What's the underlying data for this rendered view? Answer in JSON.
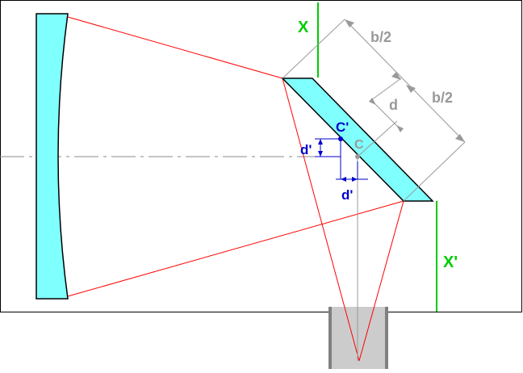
{
  "labels": {
    "x_top": "X",
    "x_bottom": "X'",
    "b_half_1": "b/2",
    "b_half_2": "b/2",
    "d_gray": "d",
    "c_prime": "C'",
    "c": "C",
    "d_prime_vertical": "d'",
    "d_prime_horizontal": "d'"
  },
  "colors": {
    "mirror_fill": "#80ffff",
    "ray": "#ff0000",
    "axis_line": "#00cc00",
    "dimension": "#999999",
    "offset_blue": "#0000cc",
    "frame": "#000000",
    "eyepiece": "#cccccc",
    "eyepiece_edge": "#808080"
  }
}
